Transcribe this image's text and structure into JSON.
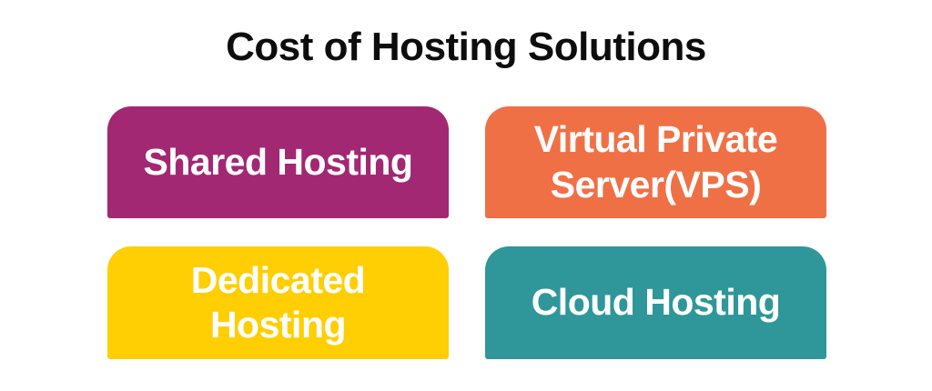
{
  "title": "Cost of Hosting Solutions",
  "colors": {
    "background": "#ffffff",
    "title_text": "#0d0d0d",
    "box_label_text": "#ffffff",
    "shared_hosting": "#a22873",
    "vps": "#f07046",
    "dedicated_hosting": "#ffce03",
    "cloud_hosting": "#2f9799"
  },
  "boxes": [
    {
      "id": "shared-hosting",
      "label": "Shared Hosting",
      "color": "#a22873"
    },
    {
      "id": "vps",
      "label": "Virtual Private\nServer(VPS)",
      "color": "#f07046"
    },
    {
      "id": "dedicated-hosting",
      "label": "Dedicated\nHosting",
      "color": "#ffce03"
    },
    {
      "id": "cloud-hosting",
      "label": "Cloud Hosting",
      "color": "#2f9799"
    }
  ]
}
